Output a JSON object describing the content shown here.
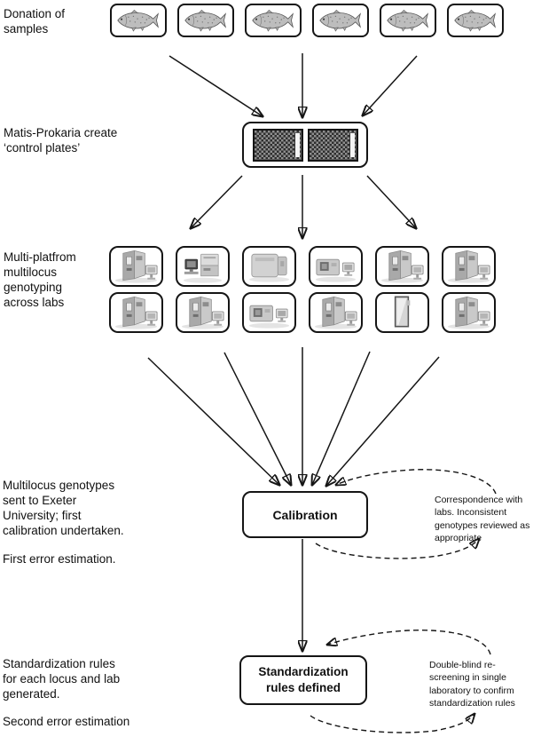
{
  "figure": {
    "type": "flow-diagram",
    "background": "#ffffff",
    "ink_color": "#151515"
  },
  "labels": {
    "donation": "Donation of\nsamples",
    "control_plates": "Matis-Prokaria create\n‘control plates’",
    "genotyping": "Multi-platfrom\nmultilocus\ngenotyping\nacross labs",
    "calibration_desc": "Multilocus genotypes\nsent to Exeter\nUniversity; first\ncalibration undertaken.",
    "first_error": "First error estimation.",
    "standardization_desc": "Standardization rules\nfor each locus and lab\ngenerated.",
    "second_error": "Second error estimation"
  },
  "boxes": {
    "calibration": "Calibration",
    "standardization": "Standardization\nrules defined"
  },
  "notes": {
    "correspondence": "Correspondence with\nlabs. Inconsistent\ngenotypes reviewed as\nappropriate",
    "double_blind": "Double-blind re-\nscreening in single\nlaboratory to confirm\nstandardization rules"
  },
  "samples": {
    "icon": "fish-icon",
    "count": 6
  },
  "control_plates": {
    "icon": "microplate-icon",
    "count": 2
  },
  "equipment": {
    "rows": [
      [
        "sequencer-tower-icon",
        "console-printer-icon",
        "box-analyzer-icon",
        "bench-analyzer-icon",
        "sequencer-tower-icon",
        "sequencer-tower-icon"
      ],
      [
        "sequencer-tower-icon",
        "sequencer-tower-icon",
        "bench-analyzer-icon",
        "sequencer-tower-icon",
        "gel-plate-icon",
        "sequencer-tower-icon"
      ]
    ]
  }
}
